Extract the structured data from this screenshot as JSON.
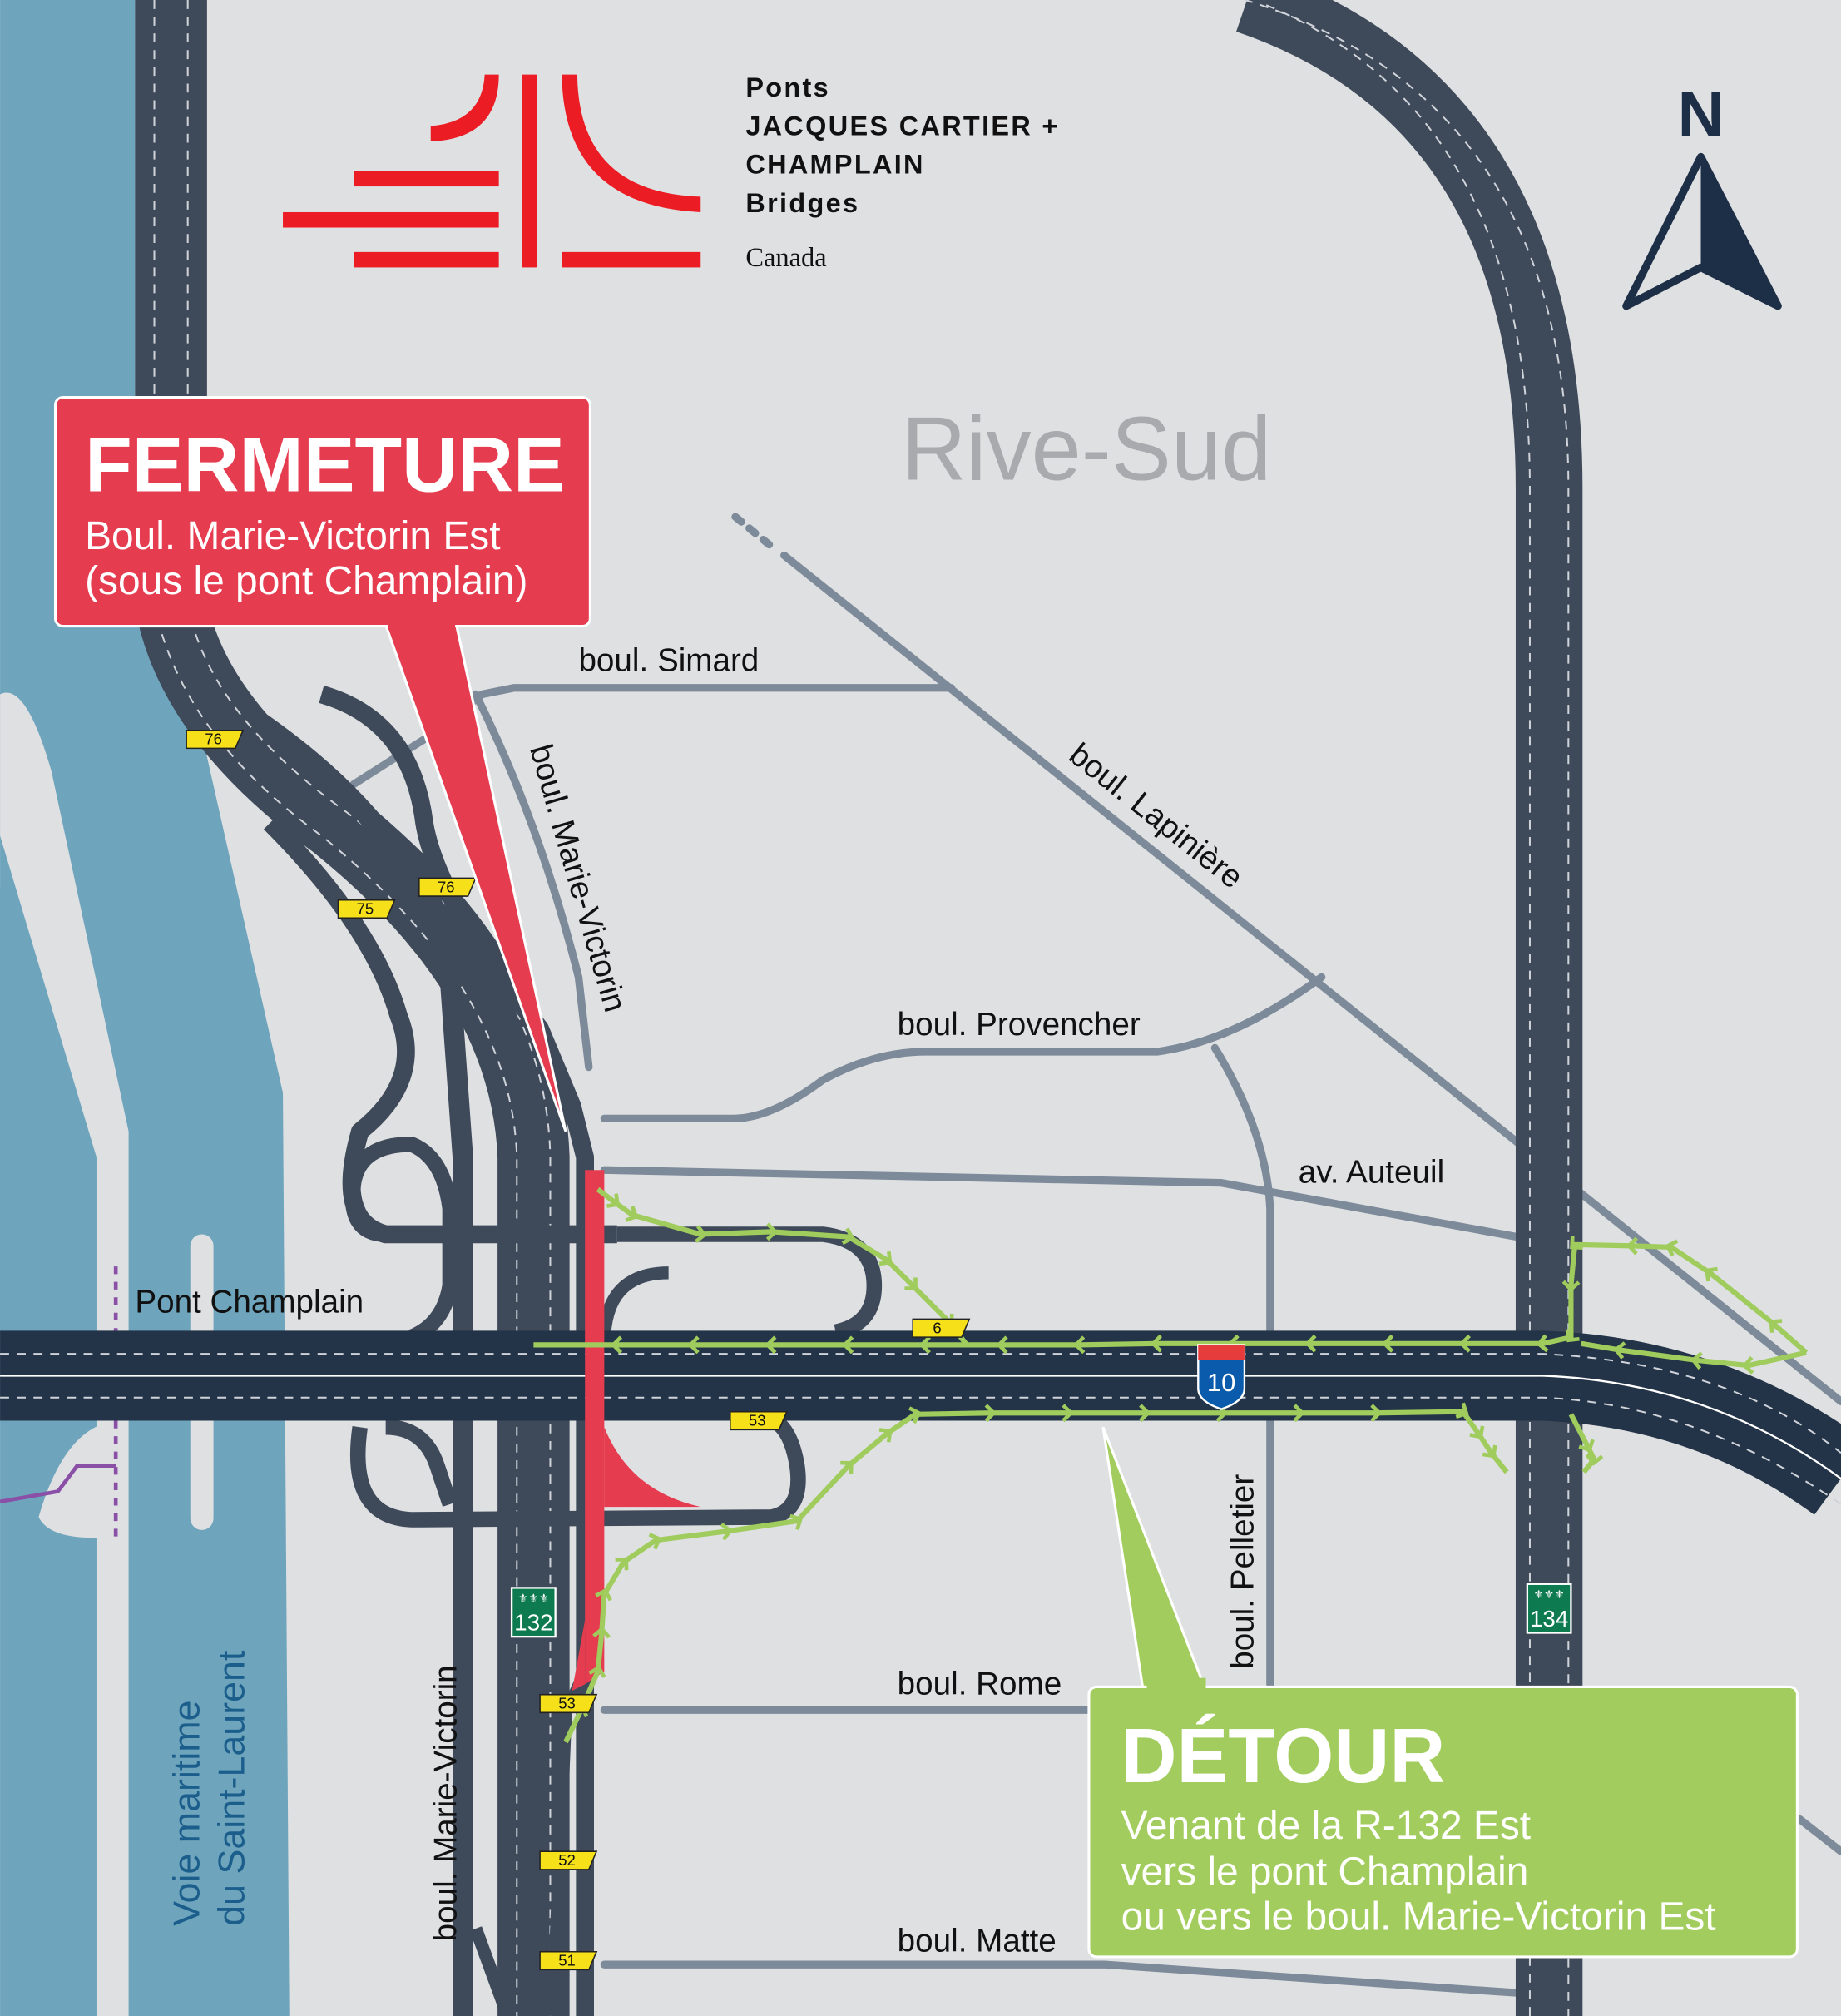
{
  "logo": {
    "line1": "Ponts",
    "line2": "JACQUES CARTIER +",
    "line3": "CHAMPLAIN",
    "line4": "Bridges",
    "wordmark": "Canada"
  },
  "north_label": "N",
  "region_label": "Rive-Sud",
  "closure": {
    "title": "FERMETURE",
    "line1": "Boul. Marie-Victorin Est",
    "line2": "(sous le pont Champlain)",
    "color": "#e63c50"
  },
  "detour": {
    "title": "DÉTOUR",
    "line1": "Venant de la R-132 Est",
    "line2": "vers le pont Champlain",
    "line3": "ou vers le boul. Marie-Victorin Est",
    "color": "#a2cd5e"
  },
  "streets": {
    "simard": "boul. Simard",
    "lapiniere": "boul. Lapinière",
    "marie_victorin_n": "boul. Marie-Victorin",
    "provencher": "boul. Provencher",
    "auteuil": "av. Auteuil",
    "pont_champlain": "Pont Champlain",
    "pelletier": "boul. Pelletier",
    "rome": "boul. Rome",
    "matte": "boul. Matte",
    "marie_victorin_s": "boul. Marie-Victorin",
    "seaway_1": "Voie maritime",
    "seaway_2": "du Saint-Laurent"
  },
  "exits": [
    "76",
    "76",
    "75",
    "6",
    "53",
    "53",
    "52",
    "51"
  ],
  "routes": {
    "a10": "10",
    "r132": "132",
    "r134": "134"
  }
}
